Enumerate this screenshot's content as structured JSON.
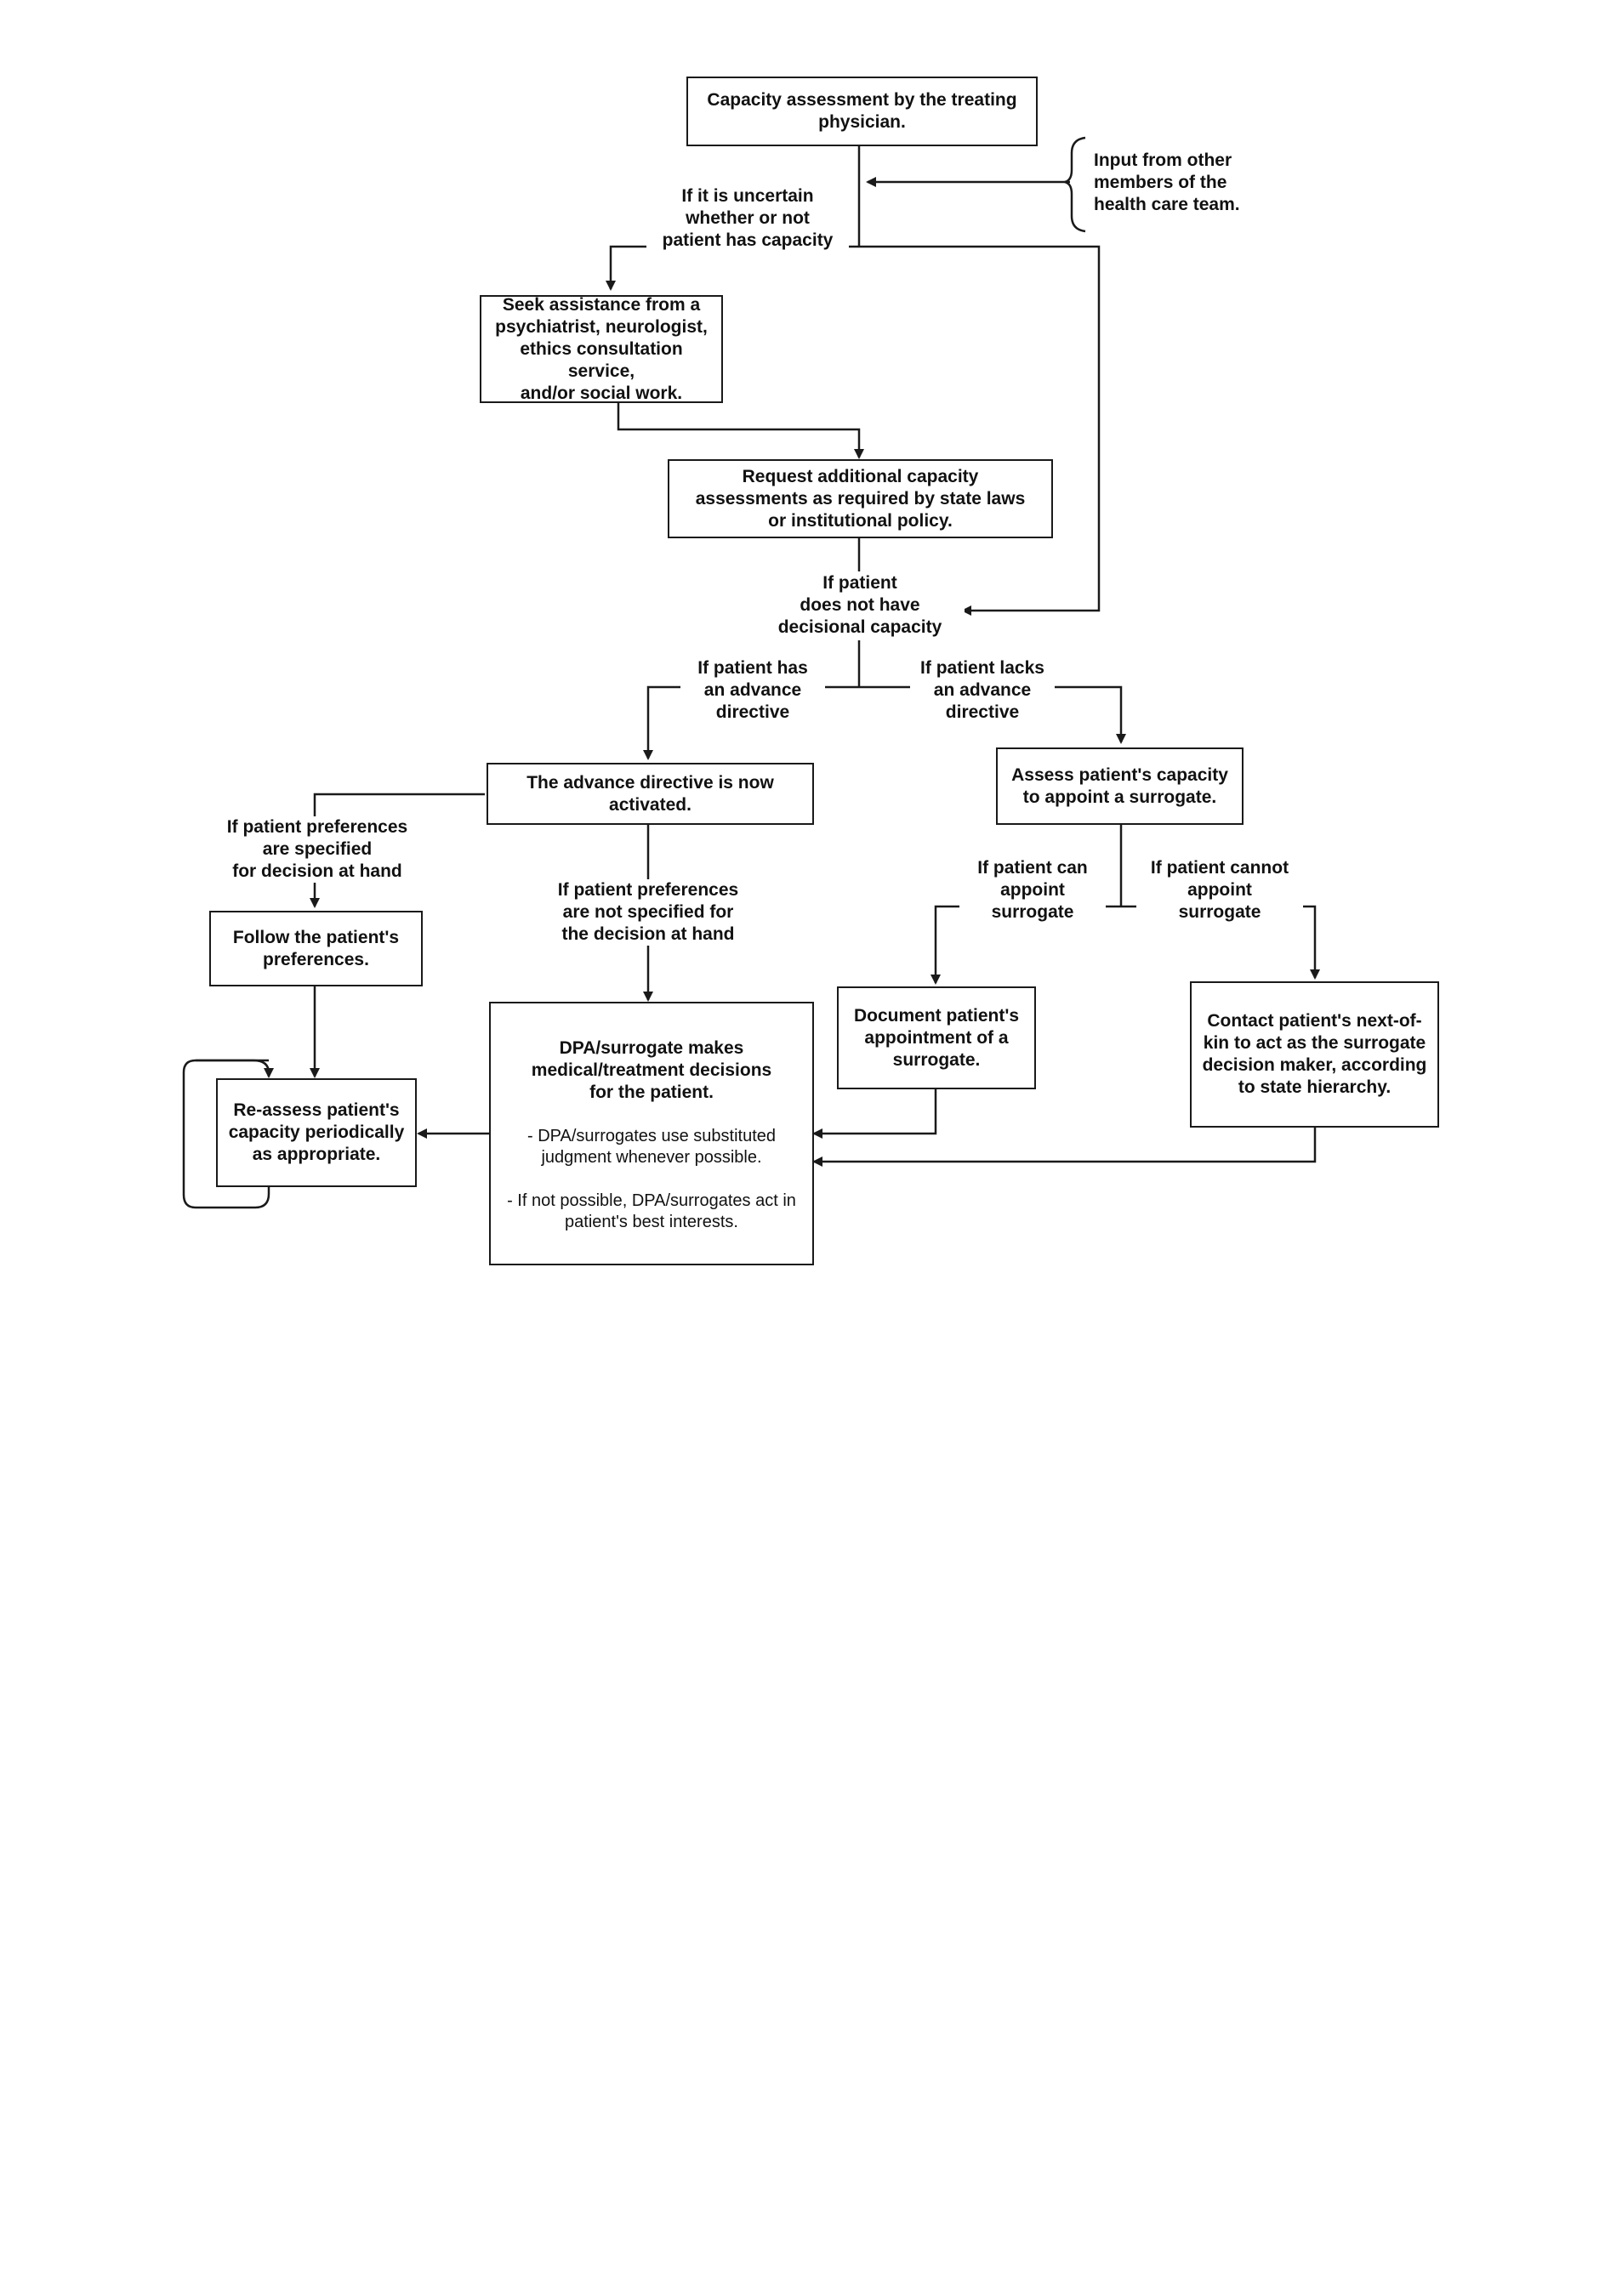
{
  "nodes": {
    "capacity_assessment": "Capacity assessment by the treating\nphysician.",
    "team_input": "Input from other\nmembers of the\nhealth  care team.",
    "seek_assistance": "Seek assistance from a\npsychiatrist, neurologist,\nethics consultation service,\nand/or social work.",
    "request_assessments": "Request additional capacity\nassessments as required by state laws\nor institutional policy.",
    "directive_activated": "The advance directive is now\nactivated.",
    "assess_surrogate": "Assess patient's capacity\nto appoint a surrogate.",
    "follow_preferences": "Follow the patient's\npreferences.",
    "surrogate_decides": {
      "title": "DPA/surrogate makes\nmedical/treatment decisions\nfor the patient.",
      "note_1": "- DPA/surrogates use substituted\njudgment whenever possible.",
      "note_2": "- If not possible, DPA/surrogates act in\npatient's best interests."
    },
    "document_appointment": "Document patient's\nappointment of a\nsurrogate.",
    "contact_kin": "Contact patient's next-of-\nkin to act as the surrogate\ndecision maker, according\nto state hierarchy.",
    "reassess": "Re-assess patient's\ncapacity periodically\nas appropriate."
  },
  "edge_labels": {
    "uncertain_capacity": "If it is uncertain\nwhether or not\npatient has capacity",
    "no_capacity": "If patient\ndoes not have\ndecisional capacity",
    "has_directive": "If patient has\nan advance\ndirective",
    "lacks_directive": "If patient lacks\nan advance\ndirective",
    "prefs_specified": "If patient preferences\nare specified\nfor decision at hand",
    "prefs_not_specified": "If patient preferences\nare not specified for\nthe decision at hand",
    "can_appoint": "If patient can\nappoint\nsurrogate",
    "cannot_appoint": "If patient cannot\nappoint\nsurrogate"
  },
  "colors": {
    "line": "#1a1a1a",
    "text": "#111111",
    "background": "#ffffff"
  }
}
